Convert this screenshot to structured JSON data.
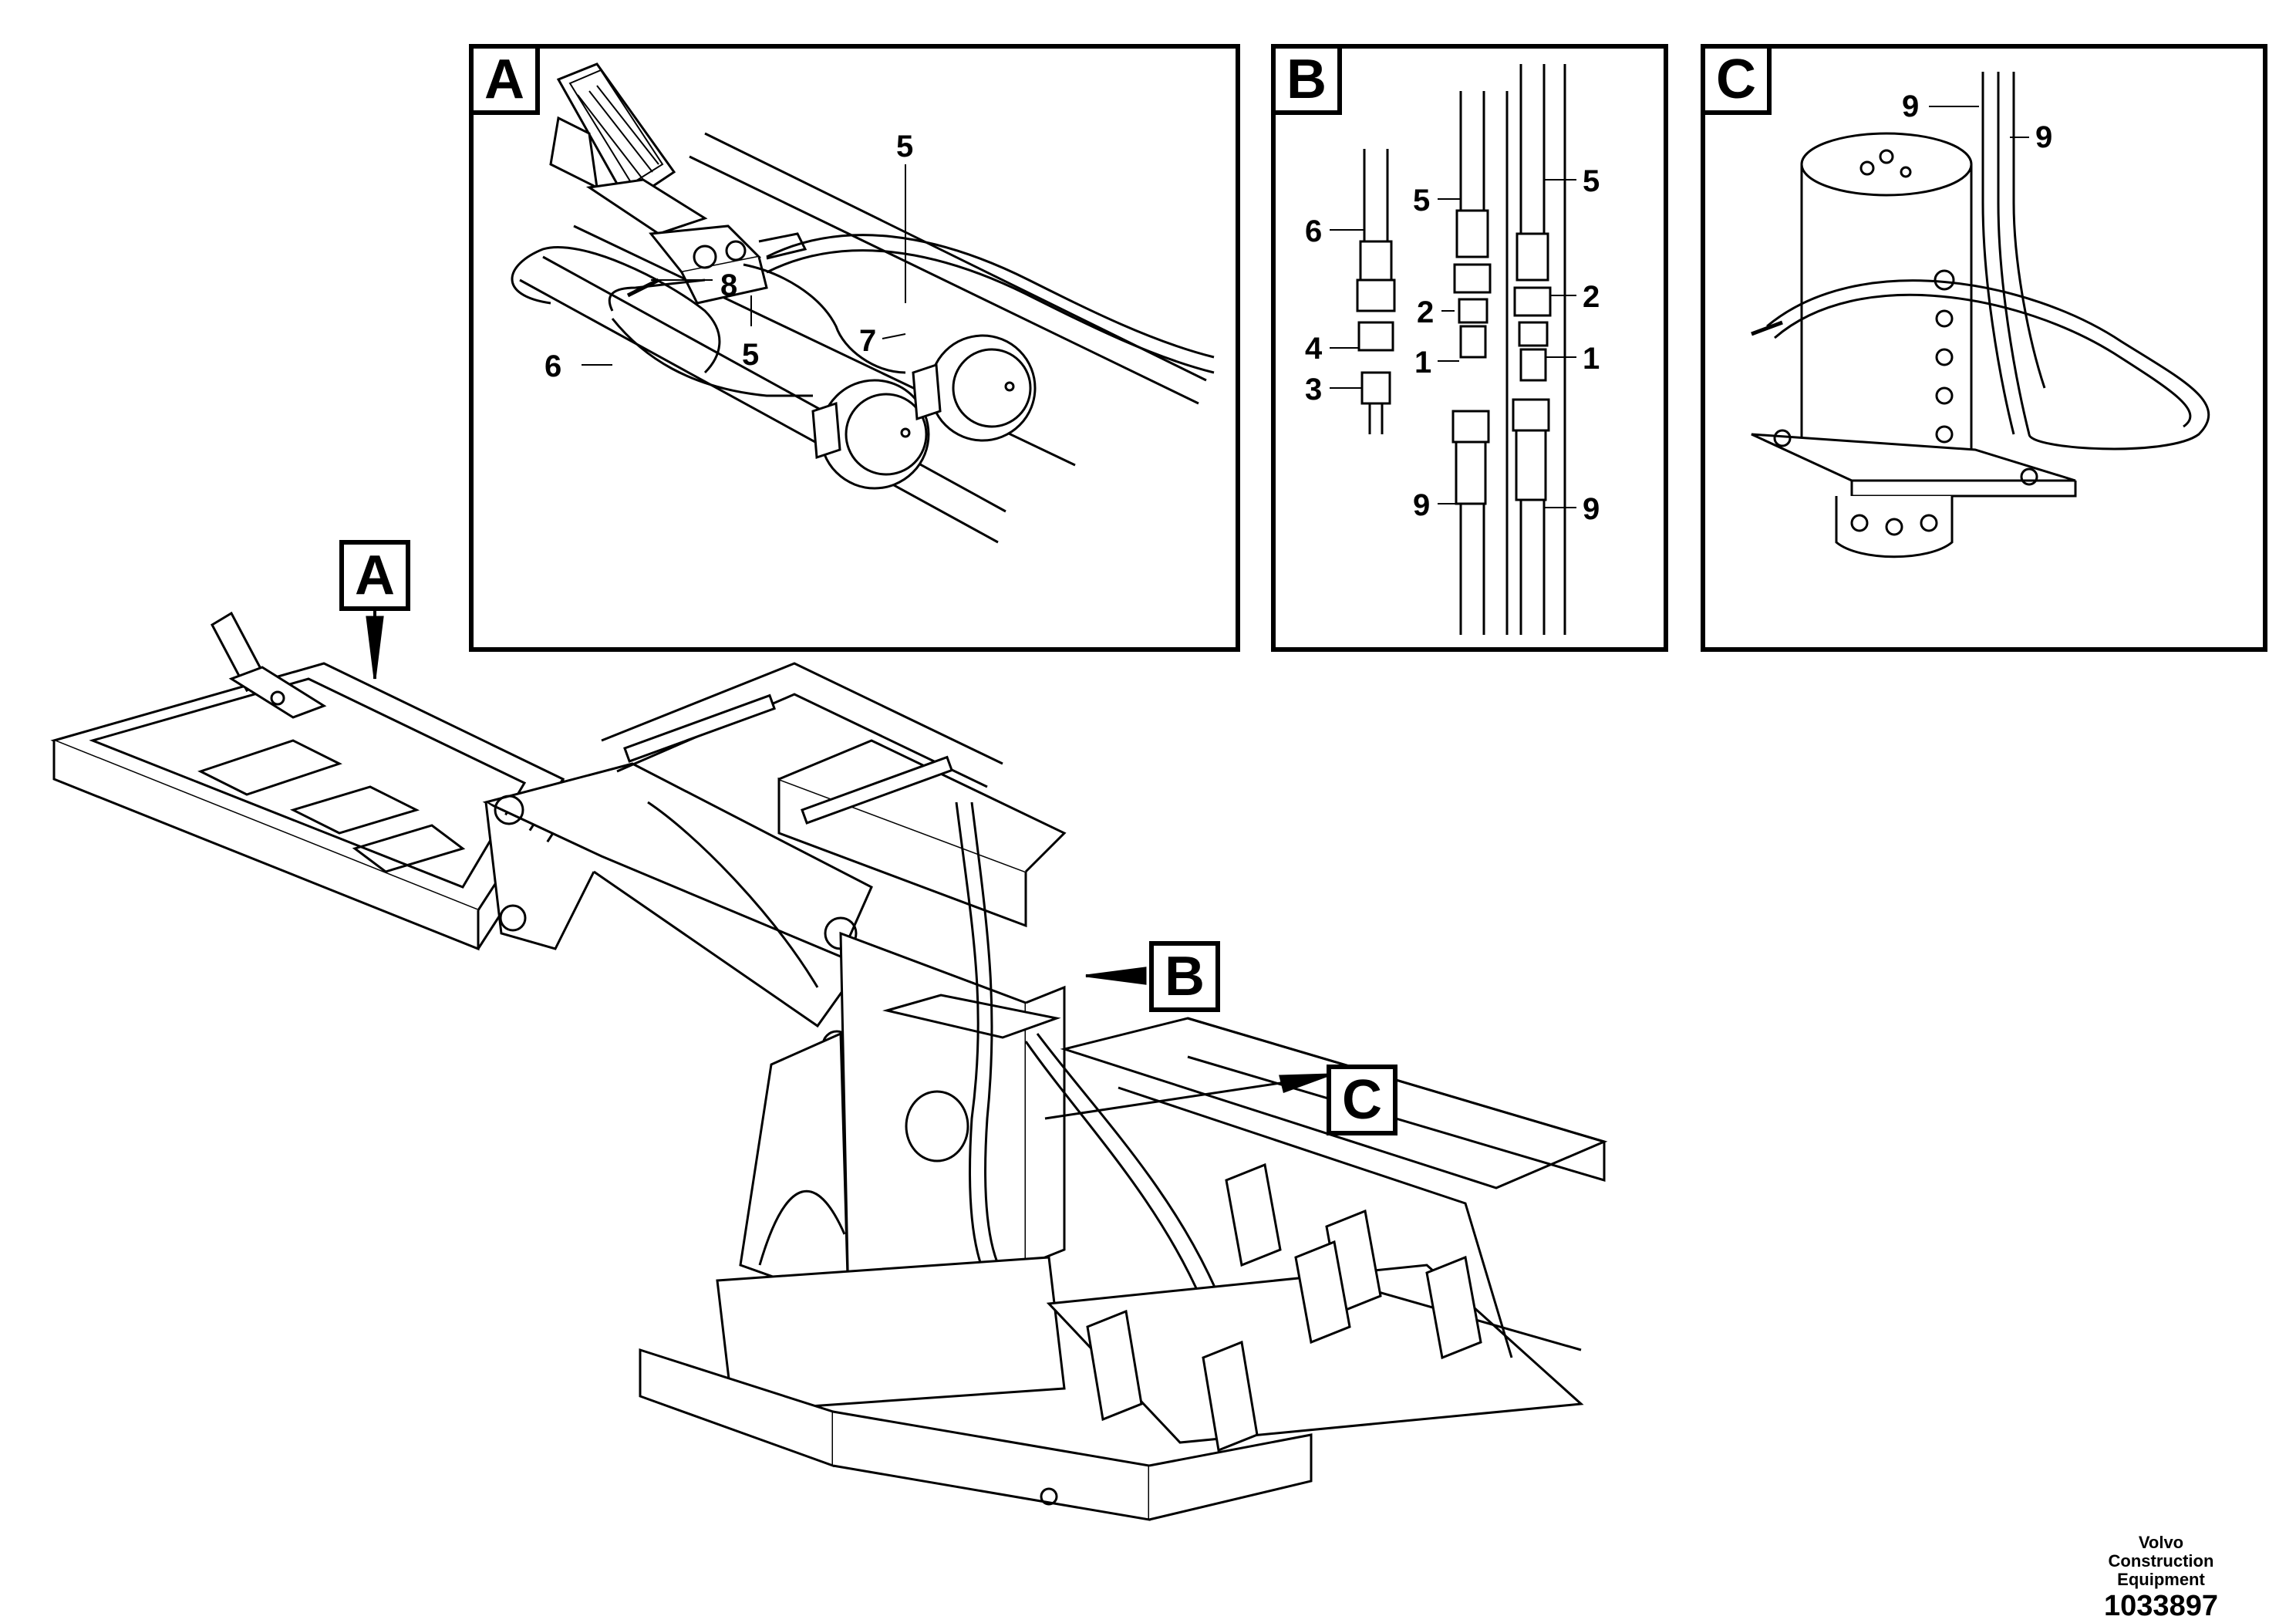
{
  "details": {
    "a": {
      "tag": "A",
      "labels": [
        "5",
        "8",
        "6",
        "5",
        "7"
      ]
    },
    "b": {
      "tag": "B",
      "labels": [
        "6",
        "4",
        "3",
        "5",
        "2",
        "1",
        "9",
        "5",
        "2",
        "1",
        "9"
      ]
    },
    "c": {
      "tag": "C",
      "labels": [
        "9",
        "9"
      ]
    }
  },
  "callouts": {
    "a": "A",
    "b": "B",
    "c": "C"
  },
  "footer": {
    "company": "Volvo Construction Equipment",
    "doc_number": "1033897"
  },
  "colors": {
    "line": "#000000",
    "background": "#ffffff"
  }
}
